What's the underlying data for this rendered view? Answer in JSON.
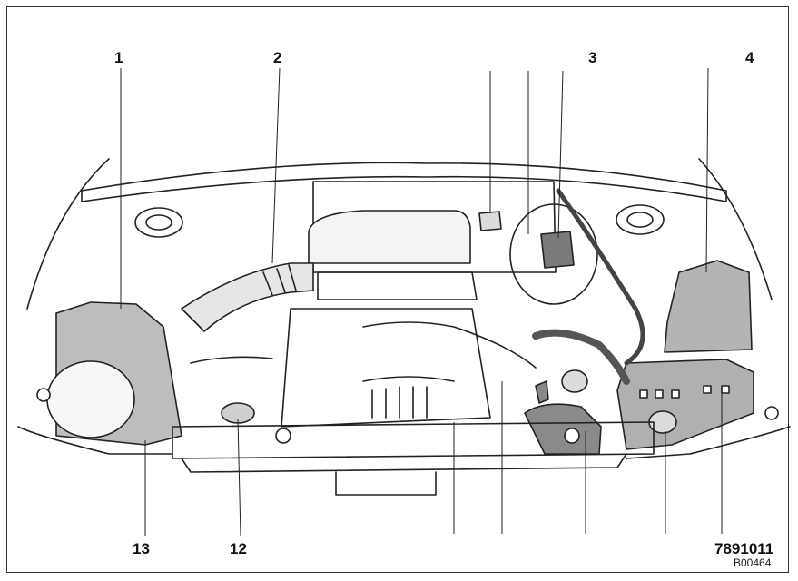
{
  "diagram": {
    "top_labels": [
      "1",
      "2",
      "3",
      "4"
    ],
    "bottom_labels": [
      "13",
      "12",
      "7891011"
    ],
    "image_code": "B00464"
  }
}
